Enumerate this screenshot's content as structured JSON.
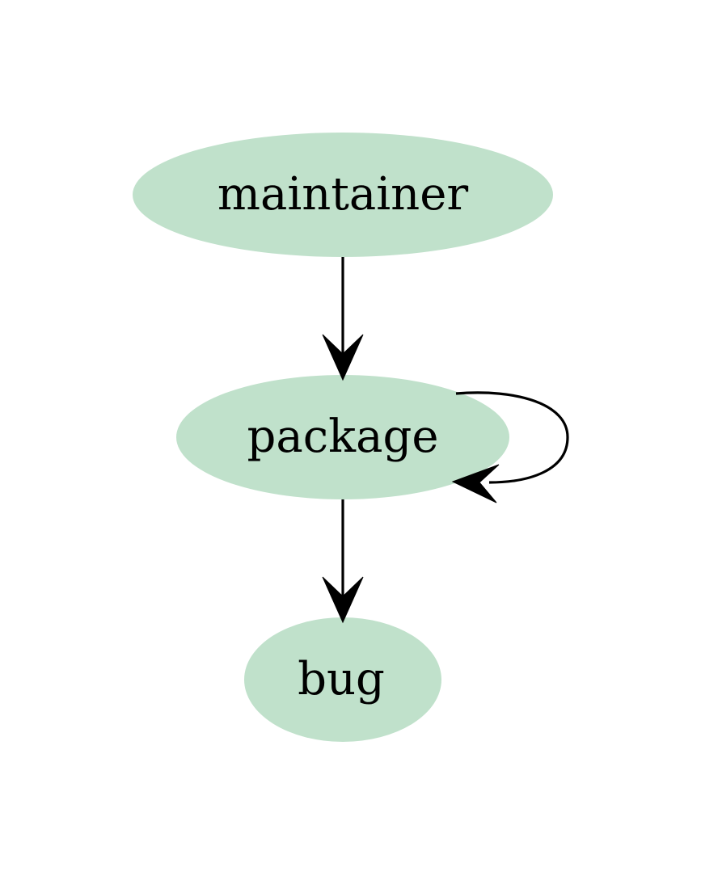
{
  "graph": {
    "type": "directed",
    "node_fill": "#c0e1cb",
    "edge_color": "#000000",
    "nodes": [
      {
        "id": "maintainer",
        "label": "maintainer"
      },
      {
        "id": "package",
        "label": "package"
      },
      {
        "id": "bug",
        "label": "bug"
      }
    ],
    "edges": [
      {
        "from": "maintainer",
        "to": "package"
      },
      {
        "from": "package",
        "to": "package"
      },
      {
        "from": "package",
        "to": "bug"
      }
    ]
  }
}
